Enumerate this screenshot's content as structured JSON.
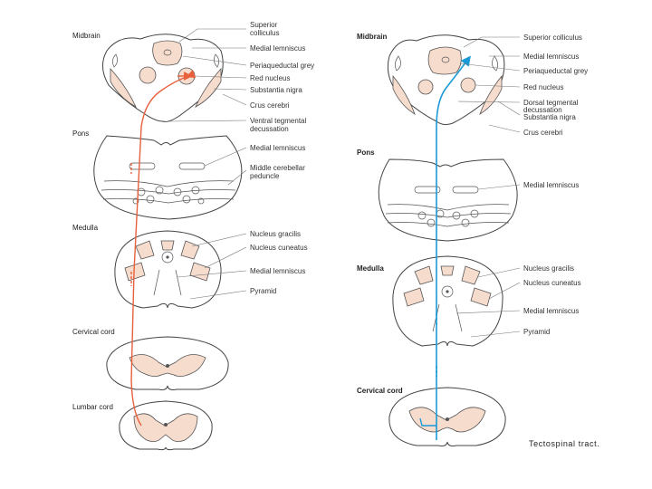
{
  "colors": {
    "left_tract": "#e8603c",
    "right_tract": "#1b9ad6",
    "nucleus_fill": "#f6dccd"
  },
  "left": {
    "levels": {
      "midbrain": "Midbrain",
      "pons": "Pons",
      "medulla": "Medulla",
      "cervical": "Cervical cord",
      "lumbar": "Lumbar cord"
    },
    "labels": {
      "sup_coll_1": "Superior",
      "sup_coll_2": "colliculus",
      "medial_lemniscus": "Medial lemniscus",
      "periaqueductal": "Periaqueductal grey",
      "red_nucleus": "Red nucleus",
      "substantia_nigra": "Substantia nigra",
      "crus_cerebri": "Crus cerebri",
      "vtd_1": "Ventral tegmental",
      "vtd_2": "decussation",
      "pons_ml": "Medial lemniscus",
      "mcp_1": "Middle cerebellar",
      "mcp_2": "peduncle",
      "gracilis": "Nucleus gracilis",
      "cuneatus": "Nucleus cuneatus",
      "med_ml": "Medial lemniscus",
      "pyramid": "Pyramid"
    }
  },
  "right": {
    "levels": {
      "midbrain": "Midbrain",
      "pons": "Pons",
      "medulla": "Medulla",
      "cervical": "Cervical cord"
    },
    "labels": {
      "sup_coll": "Superior colliculus",
      "medial_lemniscus": "Medial lemniscus",
      "periaqueductal": "Periaqueductal grey",
      "red_nucleus": "Red nucleus",
      "dtd_1": "Dorsal tegmental",
      "dtd_2": "decussation",
      "substantia_nigra": "Substantia nigra",
      "crus_cerebri": "Crus cerebri",
      "pons_ml": "Medial lemniscus",
      "gracilis": "Nucleus gracilis",
      "cuneatus": "Nucleus cuneatus",
      "med_ml": "Medial lemniscus",
      "pyramid": "Pyramid"
    },
    "caption": "Tectospinal tract."
  }
}
